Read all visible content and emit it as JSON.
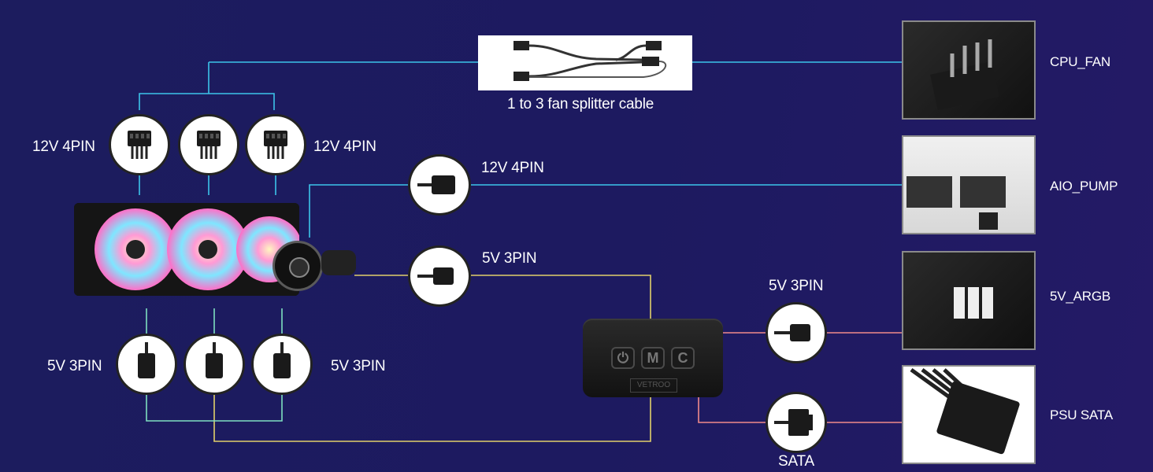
{
  "splitter": {
    "caption": "1 to 3 fan splitter cable"
  },
  "labels": {
    "fan_left": "12V 4PIN",
    "fan_right": "12V 4PIN",
    "pump_connector": "12V 4PIN",
    "pump_argb": "5V 3PIN",
    "argb_left": "5V 3PIN",
    "argb_right": "5V 3PIN",
    "hub_argb_out": "5V 3PIN",
    "hub_sata": "SATA"
  },
  "ports": [
    {
      "name": "CPU_FAN"
    },
    {
      "name": "AIO_PUMP"
    },
    {
      "name": "5V_ARGB"
    },
    {
      "name": "PSU SATA"
    }
  ],
  "controller": {
    "buttons": [
      "⏻",
      "M",
      "C"
    ],
    "brand": "VETROO"
  },
  "colors": {
    "background": "#1c1c5e",
    "fan_wire": "#3cc4ea",
    "argb_wire": "#e2d06a",
    "hub_wire_to_mb": "#f08a8a",
    "argb_group_wire": "#7ee0c0"
  }
}
